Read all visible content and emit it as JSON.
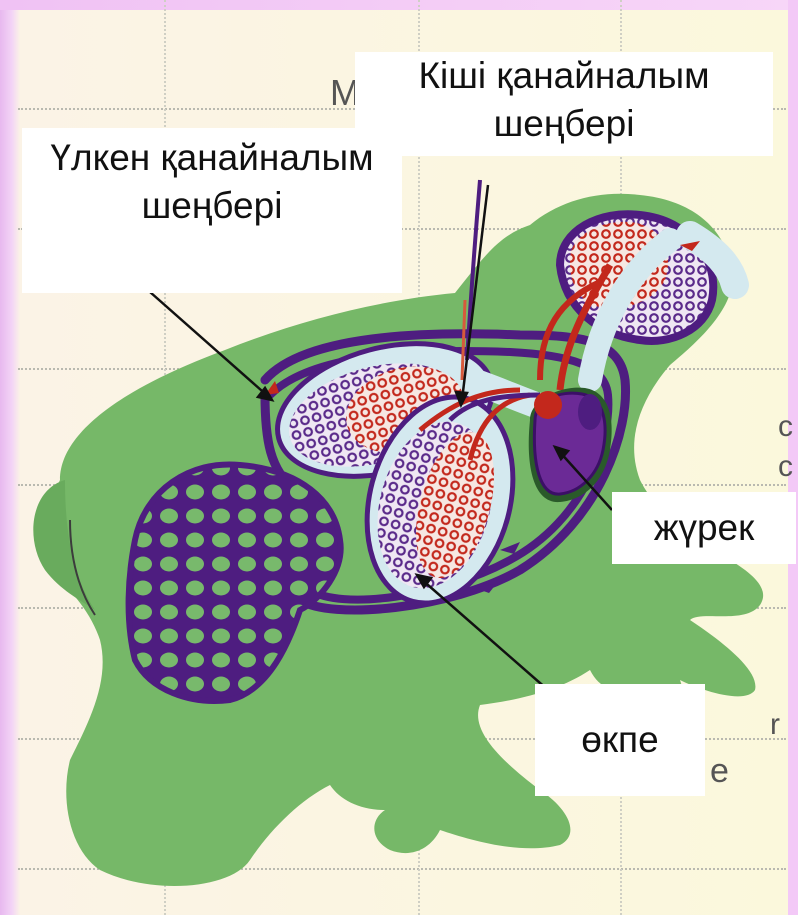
{
  "labels": {
    "small_circulation": "Кіші қанайналым шеңбері",
    "large_circulation": "Үлкен қанайналым шеңбері",
    "heart": "жүрек",
    "lung": "өкпе"
  },
  "colors": {
    "body_green": "#76b868",
    "arterial_red": "#c3281c",
    "venous_purple": "#4e1d80",
    "vessel_blue": "#d4e9ef"
  }
}
